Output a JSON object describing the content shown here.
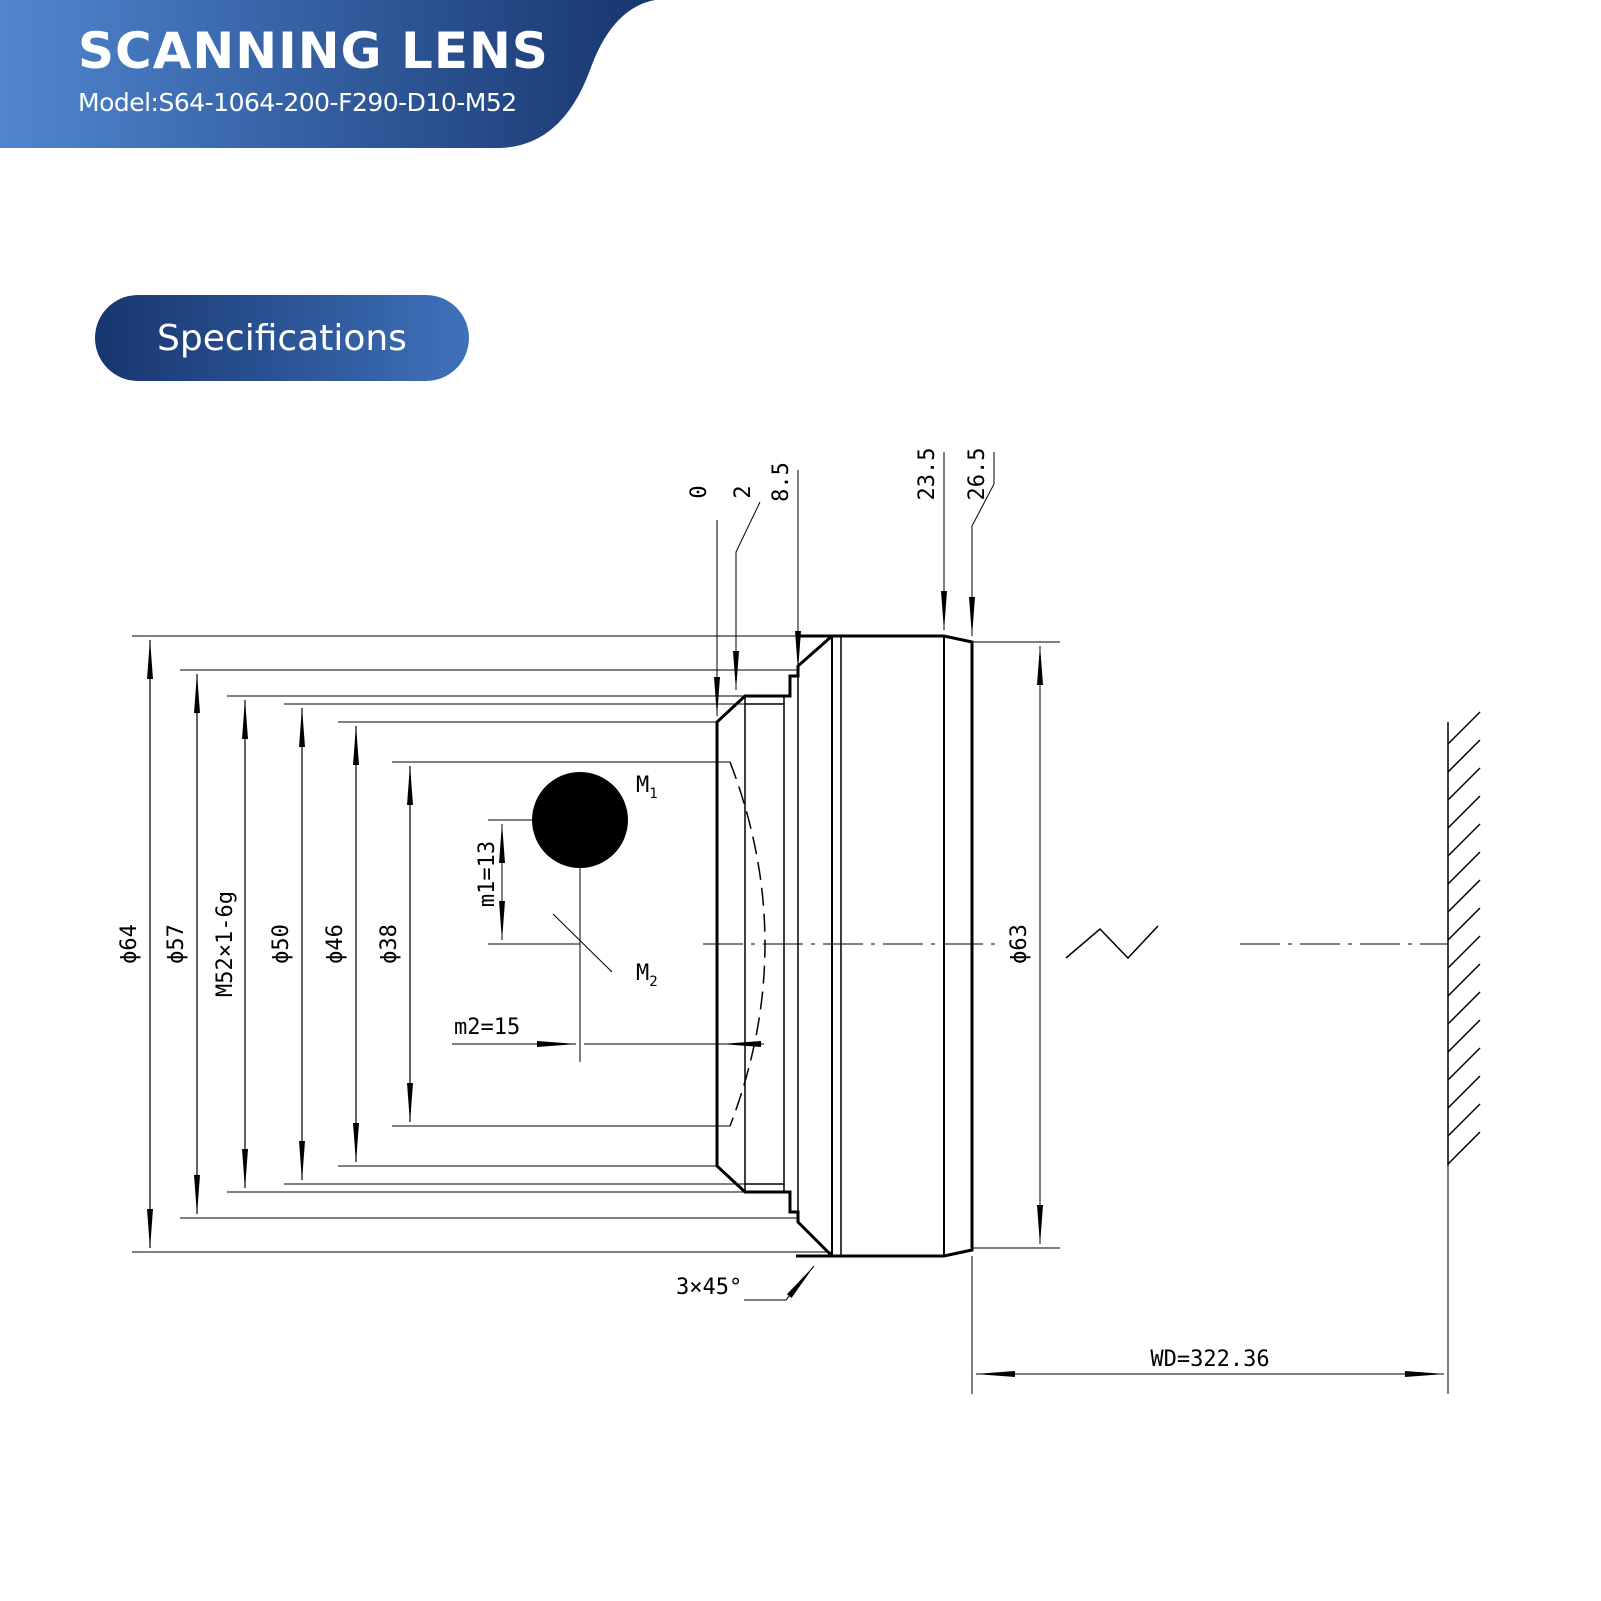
{
  "header": {
    "title": "SCANNING LENS",
    "model": "Model:S64-1064-200-F290-D10-M52",
    "colors": {
      "dark": "#17356e",
      "light": "#4f86cf"
    }
  },
  "section": {
    "label": "Specifications"
  },
  "drawing": {
    "top_dims": [
      "0",
      "2",
      "8.5",
      "23.5",
      "26.5"
    ],
    "left_dims": [
      "ϕ64",
      "ϕ57",
      "M52×1-6g",
      "ϕ50",
      "ϕ46",
      "ϕ38"
    ],
    "right_dim": "ϕ63",
    "m1_label": "M",
    "m1_sub": "1",
    "m2_label": "M",
    "m2_sub": "2",
    "m1_dim": "m1=13",
    "m2_dim": "m2=15",
    "chamfer": "3×45°",
    "wd": "WD=322.36"
  }
}
